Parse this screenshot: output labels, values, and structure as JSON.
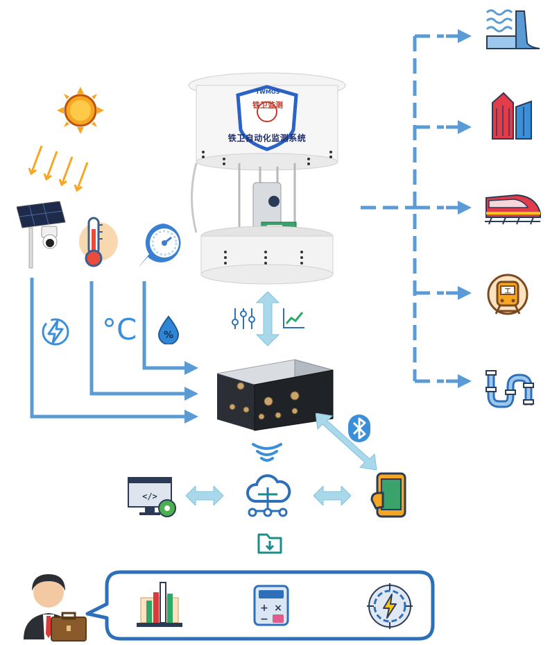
{
  "enclosure": {
    "title": "铁卫自动化监测系统",
    "shield_top": "TWMOS",
    "shield_middle": "铁卫监测"
  },
  "sensors": {
    "temperature_unit": "°C",
    "humidity_symbol": "%"
  },
  "colors": {
    "line_blue": "#5b9bd5",
    "sun_orange": "#f5a623",
    "icon_blue": "#2e6fba",
    "teal": "#1a8c8c"
  },
  "icons": [
    "sun-icon",
    "solar-camera-icon",
    "thermometer-icon",
    "pressure-pin-icon",
    "lightning-icon",
    "humidity-drop-icon",
    "equalizer-icon",
    "line-chart-icon",
    "datalogger-box-icon",
    "wifi-signal-icon",
    "bluetooth-icon",
    "code-monitor-icon",
    "cloud-network-icon",
    "smartphone-icon",
    "folder-download-icon",
    "user-icon",
    "bar-chart-icon",
    "calculator-icon",
    "target-bolt-icon",
    "dam-icon",
    "buildings-icon",
    "high-speed-train-icon",
    "metro-icon",
    "pipeline-icon"
  ]
}
